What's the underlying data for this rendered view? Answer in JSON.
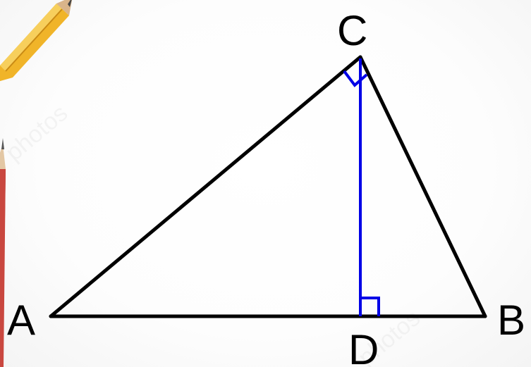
{
  "figure": {
    "vertices": {
      "A": "A",
      "B": "B",
      "C": "C",
      "D": "D"
    },
    "segments": [
      "AB",
      "BC",
      "CA",
      "CD"
    ],
    "altitude": "CD",
    "right_angles": [
      "ACB",
      "CDB"
    ],
    "colors": {
      "triangle": "#000000",
      "altitude": "#0000e6",
      "right_angle_mark_at_C": "#0000e6",
      "right_angle_mark_at_D": "#0000e6"
    }
  },
  "decorations": {
    "pencils": [
      "yellow-pencil",
      "red-pencil"
    ]
  }
}
